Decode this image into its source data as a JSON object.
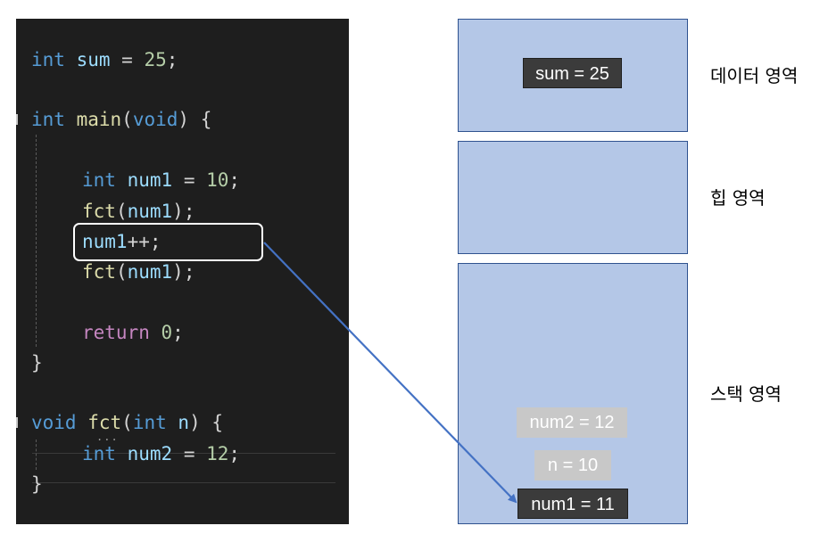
{
  "code": {
    "line_sum": {
      "kw": "int",
      "var": "sum",
      "op": " = ",
      "num": "25",
      "end": ";"
    },
    "line_main": {
      "kw": "int",
      "fn": "main",
      "open": "(",
      "arg": "void",
      "close": ") {"
    },
    "line_num1": {
      "kw": "int",
      "var": "num1",
      "op": " = ",
      "num": "10",
      "end": ";"
    },
    "line_fct1": {
      "fn": "fct",
      "open": "(",
      "arg": "num1",
      "close": ");"
    },
    "line_inc": {
      "var": "num1",
      "op": "++;"
    },
    "line_fct2": {
      "fn": "fct",
      "open": "(",
      "arg": "num1",
      "close": ");"
    },
    "line_return": {
      "kw": "return",
      "num": "0",
      "end": ";"
    },
    "line_close_main": {
      "text": "}"
    },
    "line_fct_def": {
      "kw": "void",
      "fn": "fct",
      "open": "(",
      "argkw": "int",
      "arg": "n",
      "close": ") {"
    },
    "line_num2": {
      "kw": "int",
      "var": "num2",
      "op": " = ",
      "num": "12",
      "end": ";"
    },
    "line_close_fct": {
      "text": "}"
    },
    "dots": "..."
  },
  "memory": {
    "data_region": {
      "label": "데이터 영역",
      "vars": [
        "sum = 25"
      ]
    },
    "heap_region": {
      "label": "힙 영역"
    },
    "stack_region": {
      "label": "스택 영역",
      "vars": [
        "num2 = 12",
        "n = 10",
        "num1 = 11"
      ]
    }
  },
  "colors": {
    "editor_bg": "#1e1e1e",
    "keyword": "#569cd6",
    "variable": "#9cdcfe",
    "function": "#dcdcaa",
    "number": "#b5cea8",
    "control": "#c586c0",
    "memory_fill": "#b4c7e7",
    "arrow": "#4472c4"
  }
}
